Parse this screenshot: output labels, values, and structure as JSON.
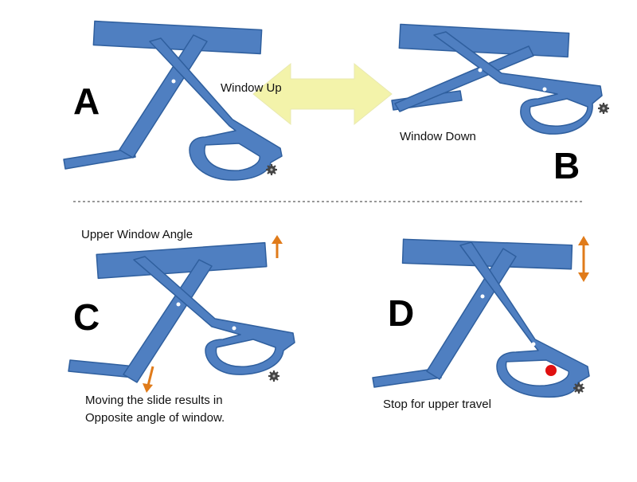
{
  "panels": {
    "a": {
      "letter": "A"
    },
    "b": {
      "letter": "B"
    },
    "c": {
      "letter": "C"
    },
    "d": {
      "letter": "D"
    }
  },
  "labels": {
    "window_up": "Window Up",
    "window_down": "Window Down",
    "upper_window_angle": "Upper Window Angle",
    "moving_slide_line1": "Moving the slide results in",
    "moving_slide_line2": "Opposite angle of window.",
    "stop_upper_travel": "Stop for upper travel"
  },
  "colors": {
    "mechanism_fill": "#4f7fc1",
    "mechanism_stroke": "#2f5f9e",
    "double_arrow_fill": "#f3f3aa",
    "motion_arrow": "#e07b1a",
    "stop_dot": "#e01010",
    "gear": "#444444",
    "divider": "#999999"
  },
  "icons": {
    "double_arrow": "horizontal-double-arrow",
    "gear": "gear-icon",
    "motion_arrow": "orange-arrow",
    "stop": "red-stop-dot"
  }
}
